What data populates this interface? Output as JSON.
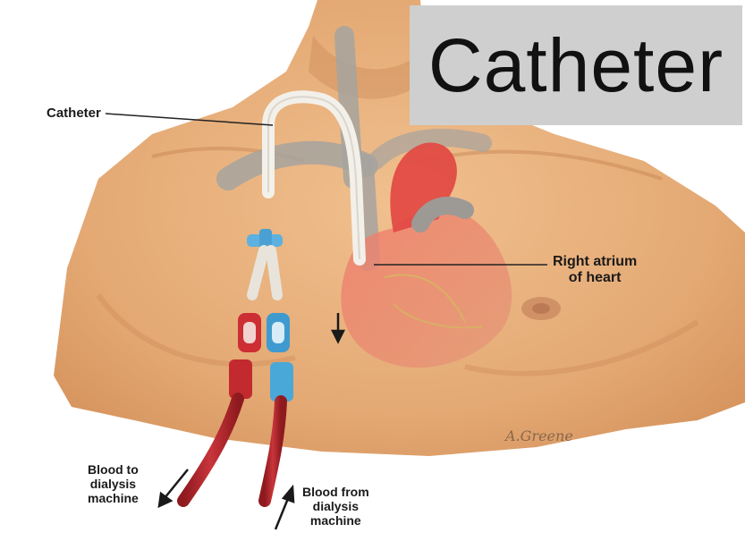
{
  "title": "Catheter",
  "labels": {
    "catheter": "Catheter",
    "right_atrium_line1": "Right atrium",
    "right_atrium_line2": "of heart",
    "blood_to_line1": "Blood to",
    "blood_to_line2": "dialysis",
    "blood_to_line3": "machine",
    "blood_from_line1": "Blood from",
    "blood_from_line2": "dialysis",
    "blood_from_line3": "machine"
  },
  "signature": "A.Greene",
  "colors": {
    "skin": "#e8b07e",
    "skin_shadow": "#c98c5c",
    "heart": "#e0504a",
    "vein": "#9a9a9a",
    "tube_red": "#c8252e",
    "tube_blue": "#4aa8d8",
    "title_bg": "#cfcfcf"
  }
}
